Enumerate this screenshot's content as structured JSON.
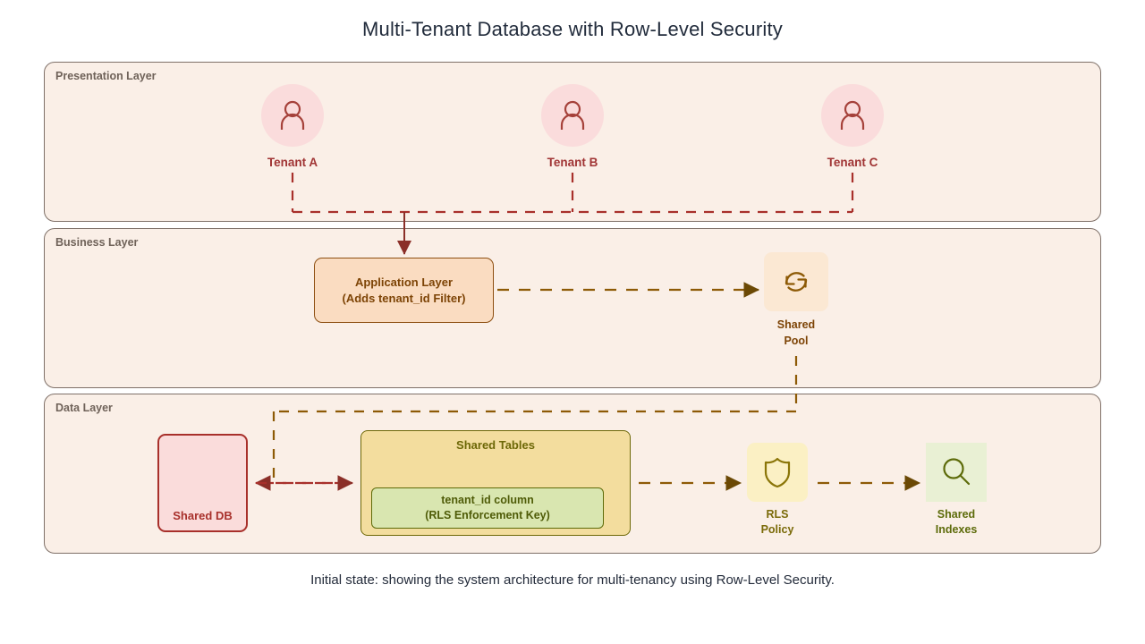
{
  "title": "Multi-Tenant Database with Row-Level Security",
  "caption": "Initial state: showing the system architecture for multi-tenancy using Row-Level Security.",
  "layers": [
    {
      "id": "presentation",
      "label": "Presentation Layer"
    },
    {
      "id": "business",
      "label": "Business Layer"
    },
    {
      "id": "data",
      "label": "Data Layer"
    }
  ],
  "presentation": {
    "tenants": [
      {
        "label": "Tenant A",
        "icon": "user-icon"
      },
      {
        "label": "Tenant B",
        "icon": "user-icon"
      },
      {
        "label": "Tenant C",
        "icon": "user-icon"
      }
    ]
  },
  "business": {
    "app_box": {
      "line1": "Application Layer",
      "line2": "(Adds tenant_id Filter)"
    },
    "pool": {
      "line1": "Shared",
      "line2": "Pool",
      "icon": "sync-refresh-icon"
    }
  },
  "data": {
    "shared_db": {
      "label": "Shared DB"
    },
    "shared_tables": {
      "title": "Shared Tables",
      "column_box": {
        "line1": "tenant_id column",
        "line2": "(RLS Enforcement Key)"
      }
    },
    "rls_policy": {
      "line1": "RLS",
      "line2": "Policy",
      "icon": "shield-icon"
    },
    "shared_indexes": {
      "line1": "Shared",
      "line2": "Indexes",
      "icon": "search-magnifier-icon"
    }
  },
  "colors": {
    "layer_fill": "#faefe7",
    "layer_border": "#7f7068",
    "tenant_disc": "#fadcdc",
    "tenant_text": "#a03434",
    "app_fill": "#fadcc1",
    "app_border": "#8d4e10",
    "pool_fill": "#fbe8d3",
    "db_fill": "#fadcdb",
    "db_border": "#a8302b",
    "tables_fill": "#f3dd9e",
    "tables_border": "#6d6807",
    "column_fill": "#d9e6b0",
    "column_border": "#5e6b09",
    "rls_fill": "#fbf0c4",
    "indexes_fill": "#e9f0d4",
    "edge_red": "#a8302b",
    "edge_brown": "#8d5a06",
    "title_text": "#222c3c"
  }
}
